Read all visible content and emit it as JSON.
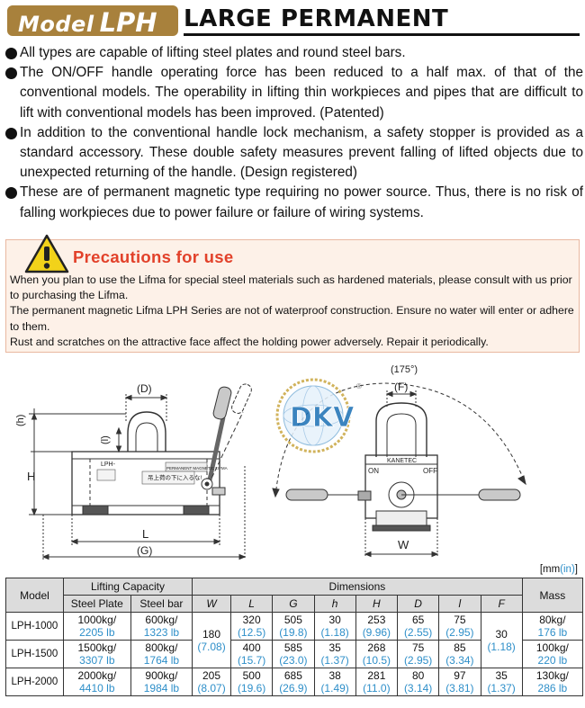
{
  "header": {
    "model_word": "Model",
    "model_code": "LPH",
    "title": "LARGE PERMANENT"
  },
  "bullets": [
    "All types are capable of lifting steel plates and round steel bars.",
    "The ON/OFF handle operating force has been reduced to a half max. of that of the conventional models. The operability in lifting thin workpieces and pipes that are difficult to lift with conventional models has been improved. (Patented)",
    "In addition to the conventional handle lock mechanism, a safety stopper is provided as a standard accessory. These double safety measures prevent falling of lifted objects due to unexpected returning of the handle. (Design registered)",
    "These are of permanent magnetic type requiring no power source. Thus, there is no risk of falling workpieces due to power failure or failure of wiring systems."
  ],
  "precautions": {
    "title": "Precautions for use",
    "lines": [
      "When you plan to use the Lifma for special steel materials such as hardened materials, please consult with us prior to purchasing the Lifma.",
      "The permanent magnetic Lifma LPH Series are not of waterproof construction. Ensure no water will enter or adhere to them.",
      "Rust and scratches on the attractive face affect the holding power adversely. Repair it periodically."
    ]
  },
  "drawing": {
    "dim_D": "(D)",
    "dim_h": "(h)",
    "dim_l": "(l)",
    "dim_H": "H",
    "dim_L": "L",
    "dim_G": "(G)",
    "dim_F": "(F)",
    "dim_W": "W",
    "angle": "(175°)",
    "plate_label": "PERMANENT MAGNETIC LIFMA",
    "warning_label": "吊上荷の下に入るな!",
    "lph_label": "LPH-",
    "on_label": "ON",
    "off_label": "OFF",
    "brand_label": "KANETEC",
    "watermark": "DKV",
    "registered": "®"
  },
  "table": {
    "unit_prefix": "[mm",
    "unit_in": "(in)",
    "unit_suffix": "]",
    "headers": {
      "model": "Model",
      "lifting_capacity": "Lifting Capacity",
      "steel_plate": "Steel Plate",
      "steel_bar": "Steel bar",
      "dimensions": "Dimensions",
      "W": "W",
      "L": "L",
      "G": "G",
      "h": "h",
      "H": "H",
      "D": "D",
      "l": "l",
      "F": "F",
      "mass": "Mass"
    },
    "rows": [
      {
        "model": "LPH-1000",
        "plate_kg": "1000kg/",
        "plate_lb": "2205 lb",
        "bar_kg": "600kg/",
        "bar_lb": "1323 lb",
        "L": "320",
        "L_in": "(12.5)",
        "G": "505",
        "G_in": "(19.8)",
        "h": "30",
        "h_in": "(1.18)",
        "H": "253",
        "H_in": "(9.96)",
        "D": "65",
        "D_in": "(2.55)",
        "l": "75",
        "l_in": "(2.95)",
        "mass_kg": "80kg/",
        "mass_lb": "176 lb"
      },
      {
        "model": "LPH-1500",
        "plate_kg": "1500kg/",
        "plate_lb": "3307 lb",
        "bar_kg": "800kg/",
        "bar_lb": "1764 lb",
        "L": "400",
        "L_in": "(15.7)",
        "G": "585",
        "G_in": "(23.0)",
        "h": "35",
        "h_in": "(1.37)",
        "H": "268",
        "H_in": "(10.5)",
        "D": "75",
        "D_in": "(2.95)",
        "l": "85",
        "l_in": "(3.34)",
        "mass_kg": "100kg/",
        "mass_lb": "220 lb"
      },
      {
        "model": "LPH-2000",
        "plate_kg": "2000kg/",
        "plate_lb": "4410 lb",
        "bar_kg": "900kg/",
        "bar_lb": "1984 lb",
        "W": "205",
        "W_in": "(8.07)",
        "L": "500",
        "L_in": "(19.6)",
        "G": "685",
        "G_in": "(26.9)",
        "h": "38",
        "h_in": "(1.49)",
        "H": "281",
        "H_in": "(11.0)",
        "D": "80",
        "D_in": "(3.14)",
        "l": "97",
        "l_in": "(3.81)",
        "F": "35",
        "F_in": "(1.37)",
        "mass_kg": "130kg/",
        "mass_lb": "286 lb"
      }
    ],
    "merged": {
      "W": "180",
      "W_in": "(7.08)",
      "F": "30",
      "F_in": "(1.18)"
    }
  }
}
